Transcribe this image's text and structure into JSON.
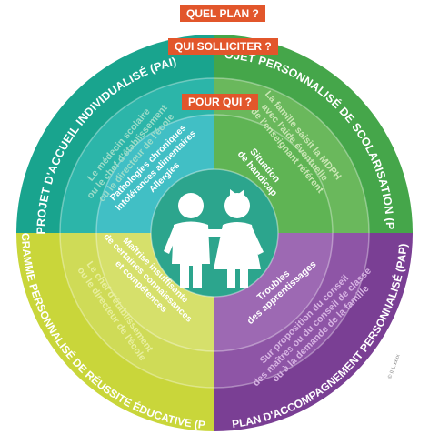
{
  "tags": {
    "plan": "QUEL PLAN ?",
    "solliciter": "QUI SOLLICITER ?",
    "pour_qui": "POUR QUI ?"
  },
  "plans": {
    "pai": "PROJET D'ACCUEIL INDIVIDUALISÉ (PAI)",
    "pps": "PROJET PERSONNALISÉ DE SCOLARISATION (PPS)",
    "ppre": "PROGRAMME PERSONNALISÉ DE RÉUSSITE ÉDUCATIVE (PPRE)",
    "pap": "PLAN D'ACCOMPAGNEMENT PERSONNALISÉ (PAP)"
  },
  "contacts": {
    "pai": [
      "Le médecin scolaire",
      "ou le chef d'établissement",
      "ou le directeur de l'école"
    ],
    "pps": [
      "La famille saisit la MDPH",
      "avec l'aide éventuelle",
      "de l'enseignant référent"
    ],
    "ppre": [
      "Le chef d'établissement",
      "ou le directeur de l'école"
    ],
    "pap": [
      "Sur proposition du conseil",
      "des maîtres ou du conseil de classe",
      "ou à la demande de la famille"
    ]
  },
  "who": {
    "pai": [
      "Pathologies chroniques",
      "Intolérances alimentaires",
      "Allergies"
    ],
    "pps": [
      "Situation",
      "de handicap"
    ],
    "ppre": [
      "Maîtrise insuffisante",
      "de certaines connaissances",
      "et compétences"
    ],
    "pap": [
      "Troubles",
      "des apprentissages"
    ]
  },
  "credit": "© ILL.xxxx",
  "colors": {
    "pai_outer": "#19a48e",
    "pai_mid": "#2cb5a9",
    "pai_inner": "#41bfc5",
    "pps_outer": "#45a64a",
    "pps_mid": "#6ab85c",
    "pps_inner": "#5fb454",
    "ppre_outer": "#c9d63a",
    "ppre_mid": "#cfdb57",
    "ppre_inner": "#d6e06b",
    "pap_outer": "#7a3f94",
    "pap_mid": "#8e55a6",
    "pap_inner": "#9d69b3",
    "center": "#2ca58d",
    "tag": "#e2562b",
    "pai_contact_text": "#9ddcc9",
    "pps_contact_text": "#c8e6b3",
    "ppre_contact_text": "#e8ef9f",
    "pap_contact_text": "#d7b3e3"
  }
}
